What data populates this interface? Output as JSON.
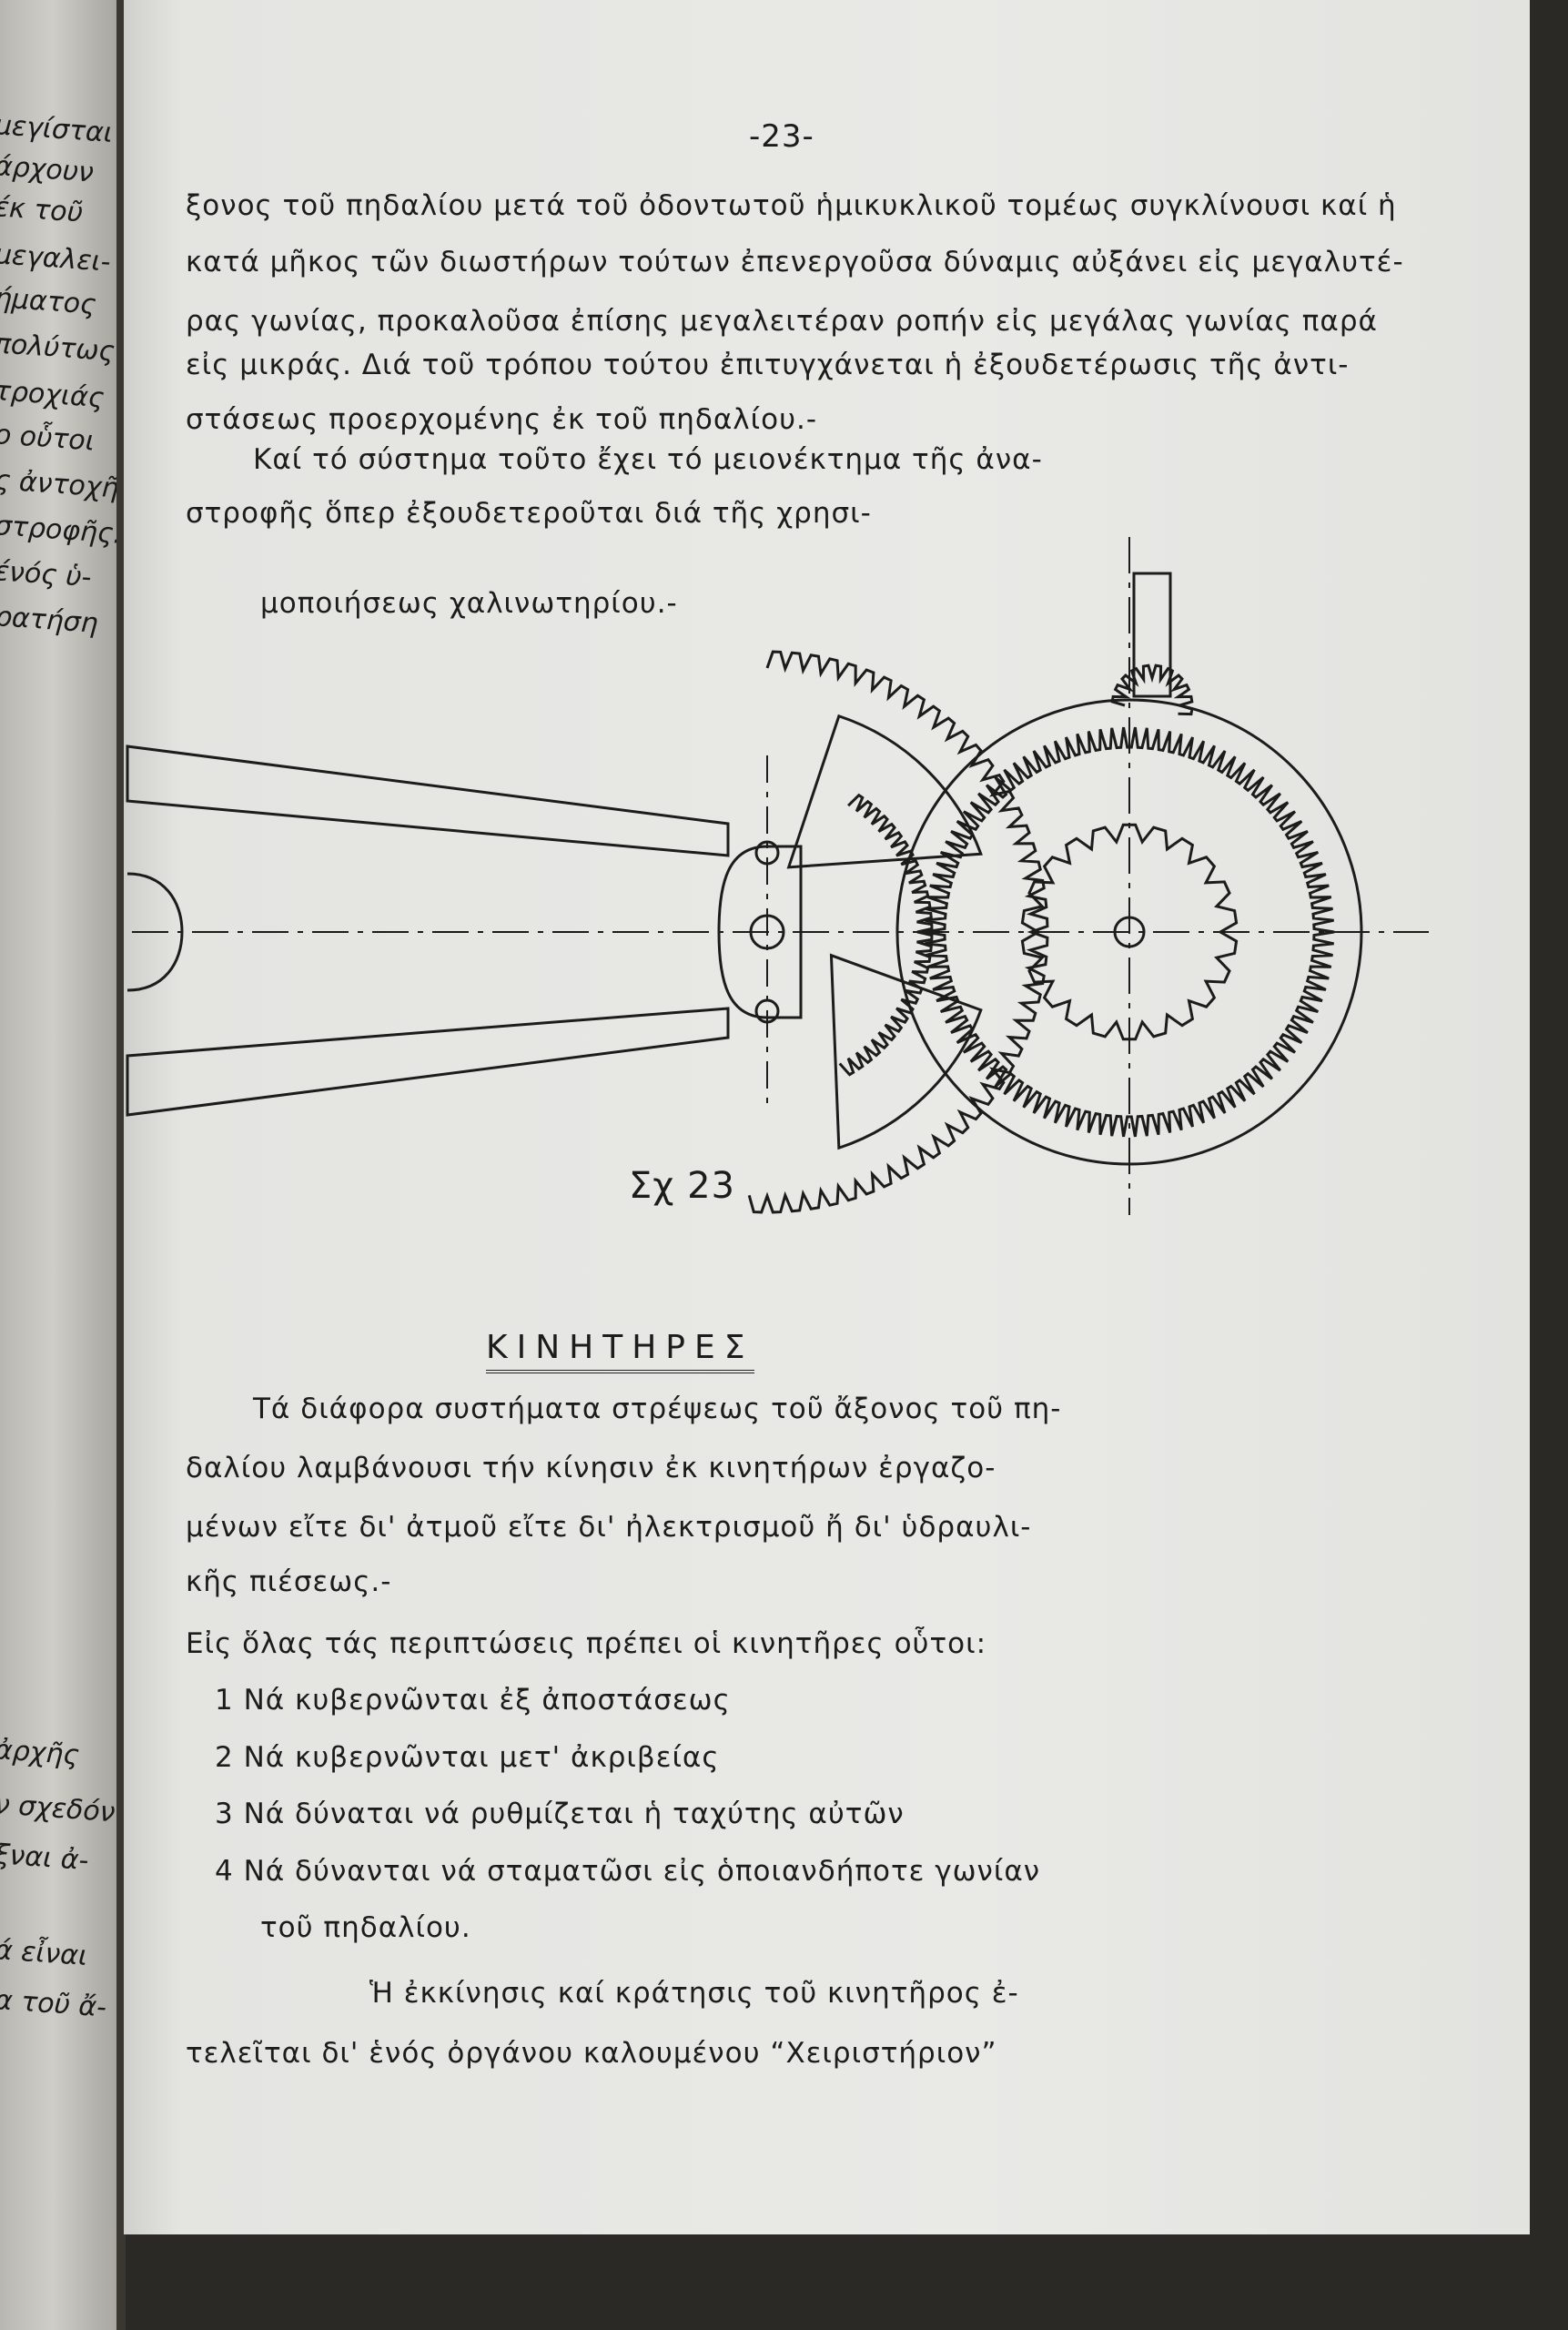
{
  "left_page": {
    "lines": [
      "μεγίσται",
      "άρχουν",
      "έκ τοῦ",
      "μεγαλει-",
      "ήματος",
      "πολύτως",
      "τροχιάς",
      "ο οὗτοι",
      "ς ἀντοχῆς",
      "στροφῆς.",
      "ένός ὑ-",
      "ρατήση",
      "ἀρχῆς",
      "ν σχεδόν",
      "ξναι ἀ-",
      "ά εἶναι",
      "α τοῦ ἄ-"
    ]
  },
  "page": {
    "page_number": "-23-",
    "paragraph1": [
      "ξονος τοῦ πηδαλίου μετά τοῦ ὀδοντωτοῦ ἡμικυκλικοῦ τομέως συγκλίνουσι καί ἡ",
      "κατά μῆκος τῶν διωστήρων τούτων ἐπενεργοῦσα δύναμις αὐξάνει εἰς μεγαλυτέ-",
      "ρας γωνίας, προκαλοῦσα ἐπίσης μεγαλειτέραν ροπήν εἰς μεγάλας γωνίας παρά",
      "εἰς μικράς. Διά τοῦ τρόπου τούτου ἐπιτυγχάνεται ἡ ἐξουδετέρωσις τῆς ἀντι-",
      "στάσεως προερχομένης ἐκ τοῦ πηδαλίου.-"
    ],
    "paragraph2": [
      "Καί τό σύστημα τοῦτο ἔχει τό μειονέκτημα τῆς ἀνα-",
      "στροφῆς ὅπερ ἐξουδετεροῦται διά τῆς χρησι-",
      "μοποιήσεως χαλινωτηρίου.-"
    ],
    "figure_label": "Σχ 23",
    "heading": "ΚΙΝΗΤΗΡΕΣ",
    "paragraph3": [
      "Τά διάφορα συστήματα στρέψεως τοῦ ἄξονος τοῦ πη-",
      "δαλίου λαμβάνουσι τήν κίνησιν ἐκ κινητήρων ἐργαζο-",
      "μένων εἴτε δι' ἀτμοῦ εἴτε δι' ἠλεκτρισμοῦ ἤ δι' ὑδραυλι-",
      "κῆς πιέσεως.-"
    ],
    "list_intro": "Εἰς ὅλας τάς περιπτώσεις πρέπει οἱ κινητῆρες οὗτοι:",
    "list": [
      "1 Νά κυβερνῶνται ἐξ ἀποστάσεως",
      "2 Νά κυβερνῶνται μετ' ἀκριβείας",
      "3 Νά δύναται νά ρυθμίζεται ἡ ταχύτης αὐτῶν",
      "4 Νά δύνανται νά σταματῶσι εἰς ὁποιανδήποτε γωνίαν"
    ],
    "list_continuation": "τοῦ πηδαλίου.",
    "paragraph4": [
      "Ἡ ἐκκίνησις καί κράτησις τοῦ κινητῆρος ἐ-",
      "τελεῖται δι' ἑνός ὀργάνου καλουμένου “Χειριστήριον”"
    ]
  }
}
